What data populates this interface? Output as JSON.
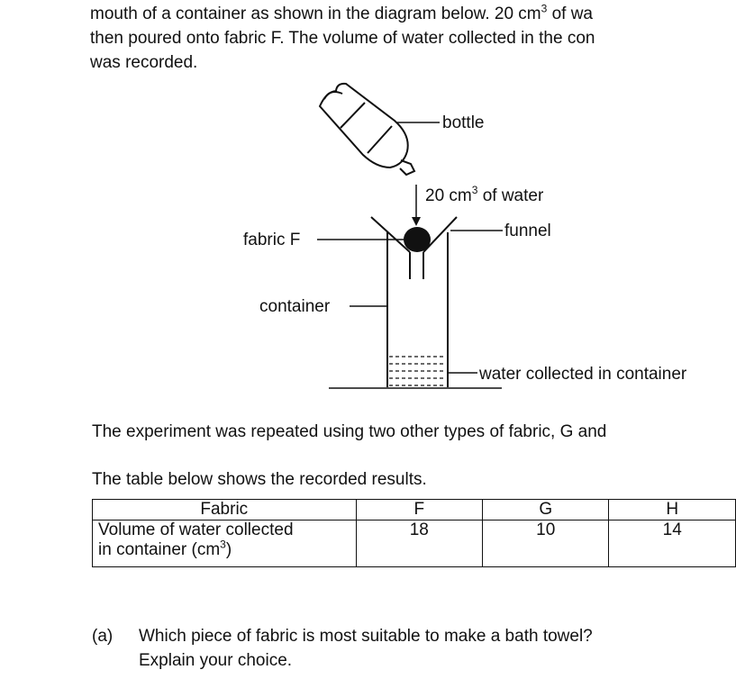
{
  "intro": {
    "line1_pre": "mouth of a container as shown in the diagram below. 20 cm",
    "line1_sup": "3",
    "line1_post": " of wa",
    "line2": "then poured onto fabric F. The volume of water collected in the con",
    "line3": "was recorded."
  },
  "diagram": {
    "bottle_label": "bottle",
    "water_label_pre": "20 cm",
    "water_label_sup": "3",
    "water_label_post": " of water",
    "fabric_label": "fabric F",
    "funnel_label": "funnel",
    "container_label": "container",
    "collected_label": "water collected in container"
  },
  "paragraph1": "The experiment was repeated using two other types of fabric, G and",
  "paragraph2": "The table below shows the recorded results.",
  "table": {
    "header": [
      "Fabric",
      "F",
      "G",
      "H"
    ],
    "row_label_line1": "Volume of water collected",
    "row_label_line2_pre": "in container (cm",
    "row_label_sup": "3",
    "row_label_line2_post": ")",
    "values": [
      "18",
      "10",
      "14"
    ]
  },
  "question": {
    "number": "(a)",
    "line1": "Which piece of fabric is most suitable to make a bath towel?",
    "line2": "Explain your choice."
  }
}
